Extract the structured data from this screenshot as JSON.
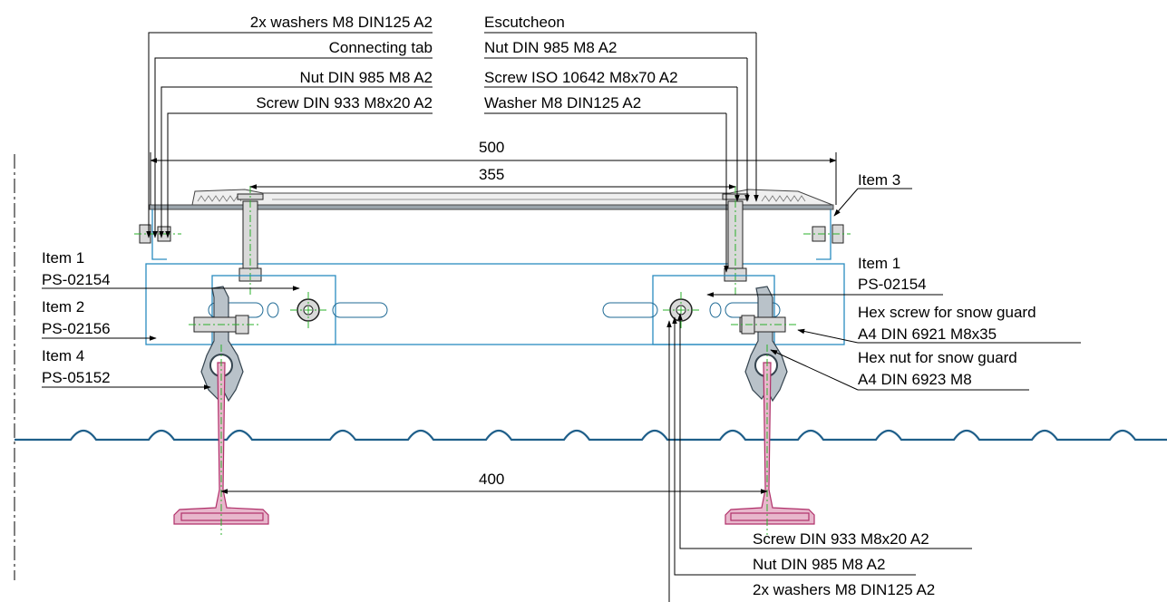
{
  "callouts_top_left": [
    "2x washers M8 DIN125 A2",
    "Connecting tab",
    "Nut DIN 985 M8 A2",
    "Screw DIN 933 M8x20 A2"
  ],
  "callouts_top_right": [
    "Escutcheon",
    "Nut DIN 985 M8 A2",
    "Screw ISO 10642 M8x70 A2",
    "Washer M8 DIN125 A2"
  ],
  "callouts_left": [
    "Item 1",
    "PS-02154",
    "Item 2",
    "PS-02156",
    "Item 4",
    "PS-05152"
  ],
  "callouts_right": [
    "Item 3",
    "Item 1",
    "PS-02154",
    "Hex screw for snow guard",
    "A4 DIN 6921 M8x35",
    "Hex nut for snow guard",
    "A4 DIN 6923 M8"
  ],
  "callouts_bottom": [
    "Screw DIN 933 M8x20 A2",
    "Nut DIN 985 M8 A2",
    "2x washers M8 DIN125 A2"
  ],
  "dimensions": {
    "overall_width": "500",
    "bolt_spacing": "355",
    "rail_spacing": "400"
  },
  "colors": {
    "roof_profile": "#2f6e96",
    "bracket": "#2a8cc0",
    "rail_clamp": "#b0306a",
    "centerline": "#2bb02b"
  }
}
